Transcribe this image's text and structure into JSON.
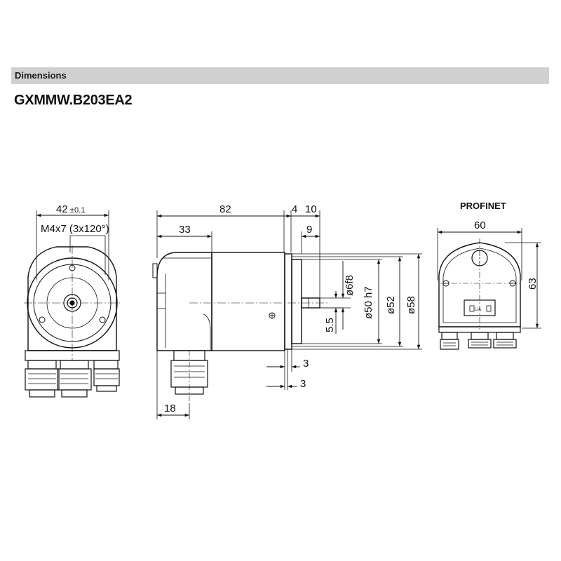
{
  "header": {
    "section_title": "Dimensions"
  },
  "model": {
    "code": "GXMMW.B203EA2"
  },
  "front_view": {
    "width_value": "42",
    "width_tolerance": "±0.1",
    "thread_label": "M4x7 (3x120°)"
  },
  "side_view": {
    "overall_length": "82",
    "housing_length": "33",
    "flange_gap": "4",
    "shaft_length": "10",
    "shaft_inner": "9",
    "shaft_diameter": "ø6f8",
    "spigot_diameter": "ø50 h7",
    "flange_inner_diameter": "ø52",
    "flange_outer_diameter": "ø58",
    "flat_depth": "5.5",
    "flange_thickness_top": "3",
    "flange_thickness_bottom": "3",
    "gland_offset": "18"
  },
  "rear_view": {
    "title": "PROFINET",
    "width": "60",
    "height": "63",
    "port_label": "L/A"
  }
}
